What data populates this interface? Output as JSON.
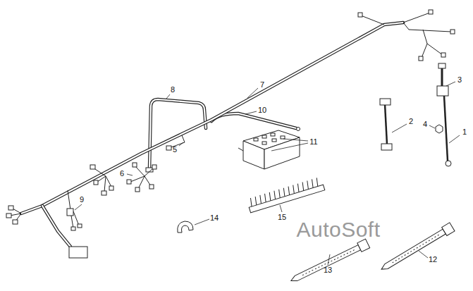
{
  "diagram": {
    "labels": [
      "1",
      "2",
      "3",
      "4",
      "5",
      "6",
      "7",
      "8",
      "9",
      "10",
      "11",
      "12",
      "13",
      "14",
      "15",
      "AutoSoft"
    ]
  }
}
